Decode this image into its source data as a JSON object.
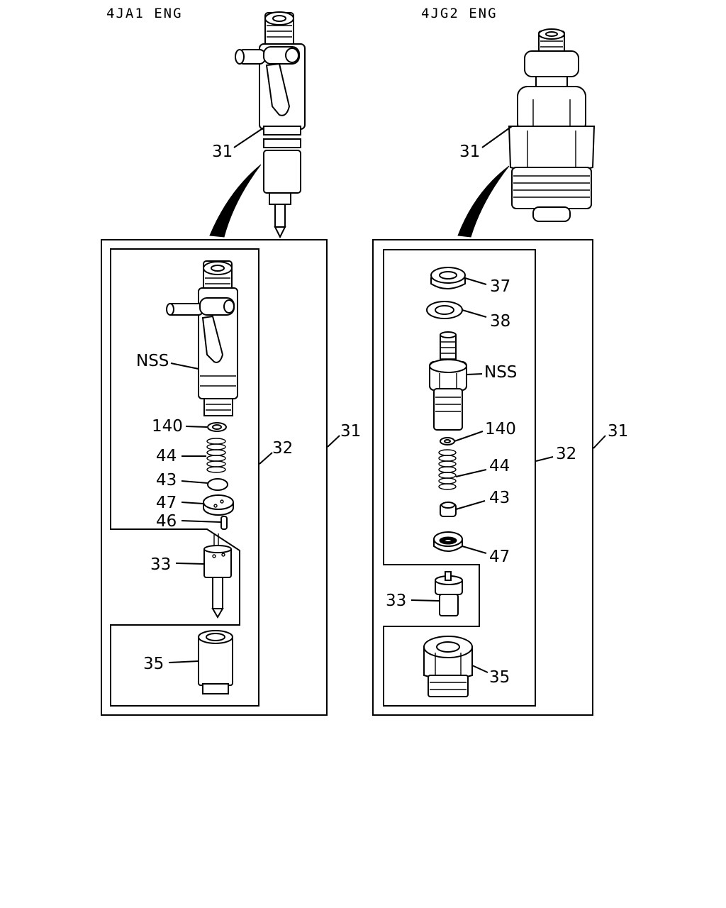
{
  "headers": {
    "left": "4JA1 ENG",
    "right": "4JG2 ENG"
  },
  "left": {
    "labels": {
      "top31": "31",
      "nss": "NSS",
      "p140": "140",
      "p44": "44",
      "p43": "43",
      "p47": "47",
      "p46": "46",
      "p33": "33",
      "p35": "35",
      "p32": "32",
      "box31": "31"
    }
  },
  "right": {
    "labels": {
      "top31": "31",
      "p37": "37",
      "p38": "38",
      "nss": "NSS",
      "p140": "140",
      "p44": "44",
      "p43": "43",
      "p47": "47",
      "p33": "33",
      "p35": "35",
      "p32": "32",
      "box31": "31"
    }
  }
}
